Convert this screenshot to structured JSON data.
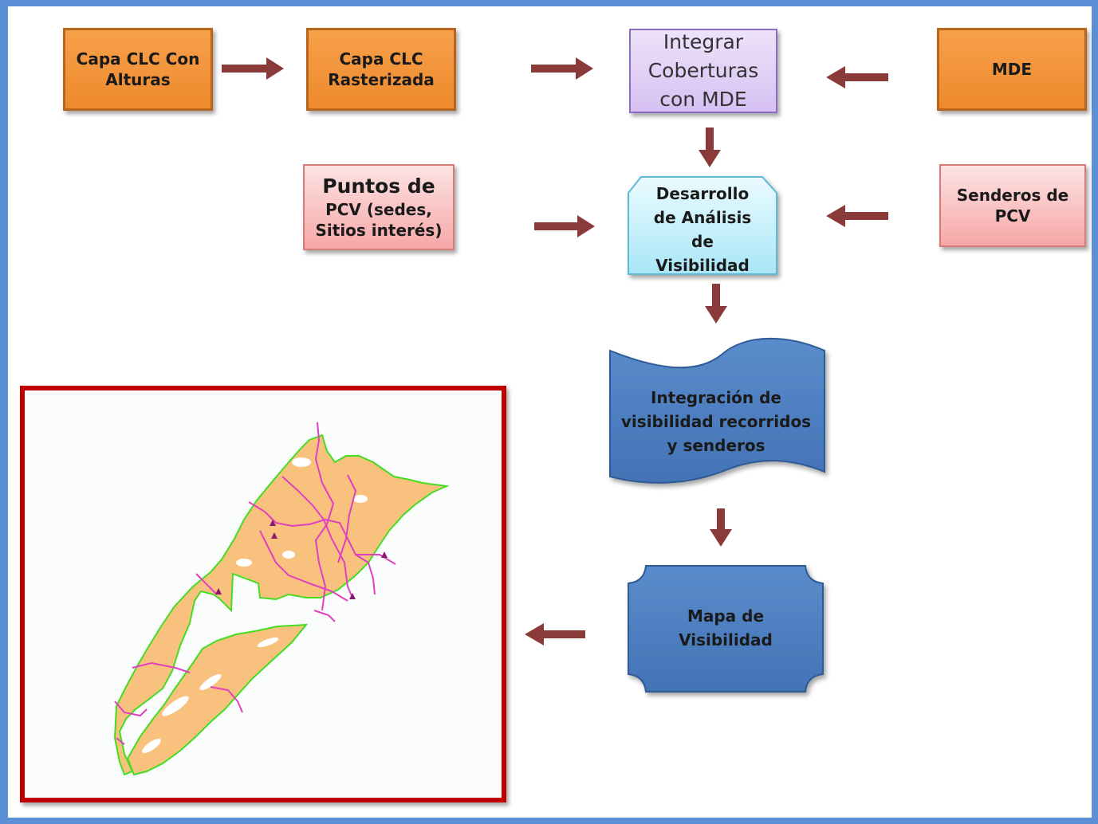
{
  "nodes": {
    "capa_clc_alturas": [
      "Capa CLC Con",
      "Alturas"
    ],
    "capa_clc_rasterizada": [
      "Capa CLC",
      "Rasterizada"
    ],
    "integrar": [
      "Integrar",
      "Coberturas",
      "con MDE"
    ],
    "mde": "MDE",
    "puntos": [
      "Puntos de",
      "PCV (sedes,",
      "Sitios interés)"
    ],
    "desarrollo": [
      "Desarrollo",
      "de Análisis",
      "de",
      "Visibilidad"
    ],
    "senderos": [
      "Senderos de",
      "PCV"
    ],
    "integracion": [
      "Integración de",
      "visibilidad recorridos",
      "y senderos"
    ],
    "mapa": [
      "Mapa de",
      "Visibilidad"
    ]
  },
  "colors": {
    "background": "#5b8fd6",
    "orange": "#ee8a2d",
    "purple": "#d6c0f2",
    "pink": "#f6a7a7",
    "cyan": "#bfeefa",
    "blue": "#4f7fc0",
    "arrow": "#8b3a3a",
    "map_border": "#c00000",
    "map_fill": "#f8c17d",
    "map_outline": "#44dd22",
    "map_trails": "#e040c0",
    "map_points": "#8b1a6b"
  }
}
